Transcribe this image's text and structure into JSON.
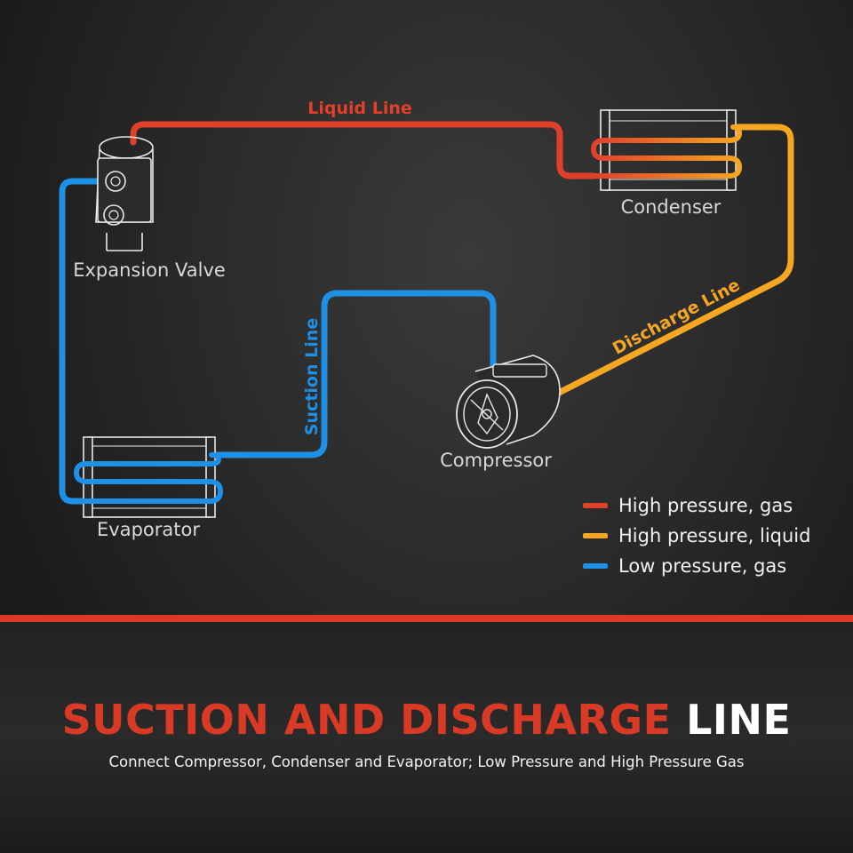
{
  "colors": {
    "high_pressure_gas": "#e0402a",
    "high_pressure_liquid": "#f5a623",
    "low_pressure_gas": "#1e90e6",
    "accent": "#d93a26",
    "component_outline": "#e8e8e8"
  },
  "lines": {
    "liquid": "Liquid Line",
    "suction": "Suction Line",
    "discharge": "Discharge Line"
  },
  "components": {
    "expansion_valve": "Expansion Valve",
    "condenser": "Condenser",
    "compressor": "Compressor",
    "evaporator": "Evaporator"
  },
  "legend": [
    {
      "label": "High pressure, gas",
      "color": "#e0402a"
    },
    {
      "label": "High pressure, liquid",
      "color": "#f5a623"
    },
    {
      "label": "Low pressure, gas",
      "color": "#1e90e6"
    }
  ],
  "title": {
    "accent_part": "SUCTION AND DISCHARGE",
    "white_part": "LINE"
  },
  "subtitle": "Connect Compressor, Condenser and Evaporator; Low Pressure and High Pressure Gas"
}
